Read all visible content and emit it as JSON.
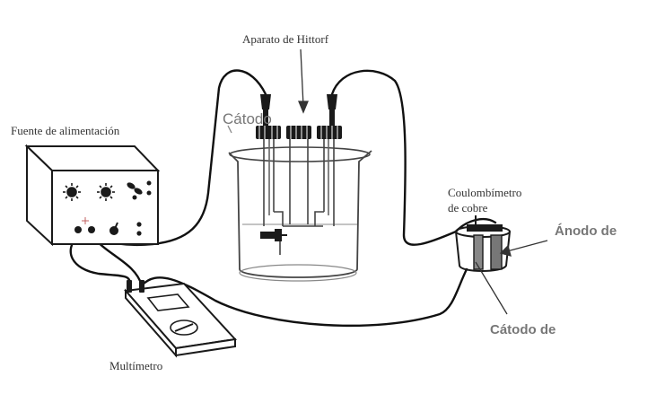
{
  "labels": {
    "apparatus": "Aparato de Hittorf",
    "cathode": "Cátodo",
    "power_supply": "Fuente de alimentación",
    "coulometer_line1": "Coulombímetro",
    "coulometer_line2": "de cobre",
    "anode": "Ánodo de",
    "cathode_copper": "Cátodo de",
    "multimeter": "Multímetro"
  },
  "colors": {
    "ink": "#1a1a1a",
    "wire": "#111111",
    "glass": "#444444",
    "electrode": "#666666",
    "label_serif": "#333333",
    "label_sans": "#555555"
  },
  "icons": {
    "knob_1": "sun-knob-icon",
    "knob_2": "sun-knob-icon",
    "pointer": "arrow-icon"
  }
}
